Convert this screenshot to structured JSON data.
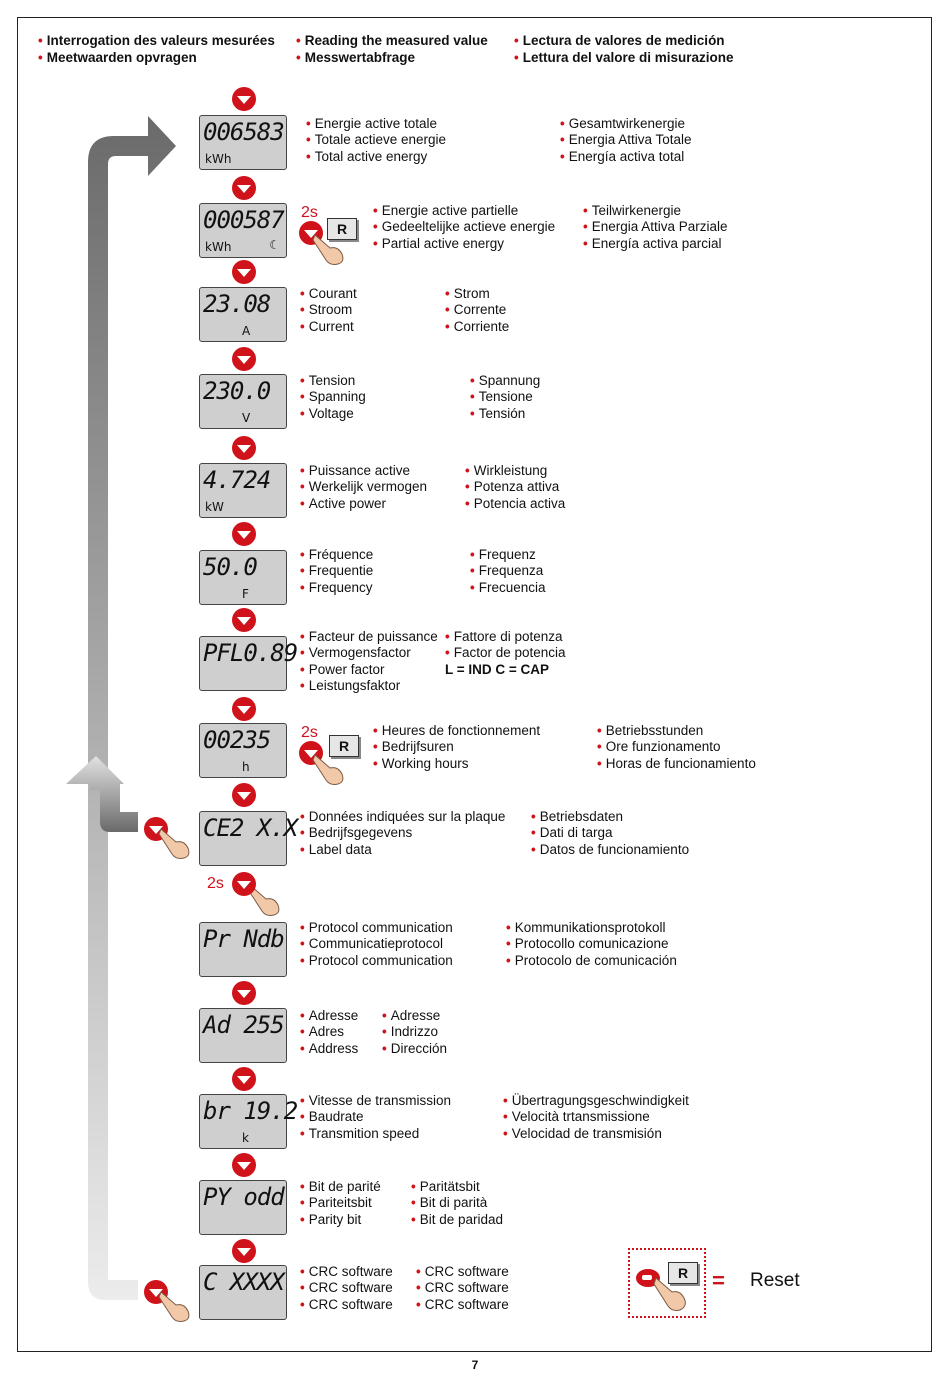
{
  "header": {
    "col1": [
      "Interrogation des valeurs mesurées",
      "Meetwaarden opvragen"
    ],
    "col2": [
      "Reading the measured value",
      "Messwertabfrage"
    ],
    "col3": [
      "Lectura de valores de medición",
      "Lettura del valore di misurazione"
    ]
  },
  "press_label": "2s",
  "r_key": "R",
  "steps": [
    {
      "display": "006583",
      "unit": "kWh",
      "left": [
        "Energie active totale",
        "Totale actieve energie",
        "Total active energy"
      ],
      "right": [
        "Gesamtwirkenergie",
        "Energia Attiva Totale",
        "Energía activa total"
      ]
    },
    {
      "display": "000587",
      "unit": "kWh",
      "moon": "☾",
      "left": [
        "Energie active partielle",
        "Gedeeltelijke actieve energie",
        "Partial active energy"
      ],
      "right": [
        "Teilwirkenergie",
        "Energia Attiva Parziale",
        "Energía activa parcial"
      ]
    },
    {
      "display": "23.08",
      "unit": "A",
      "left": [
        "Courant",
        "Stroom",
        "Current"
      ],
      "right": [
        "Strom",
        "Corrente",
        "Corriente"
      ]
    },
    {
      "display": "230.0",
      "unit": "V",
      "left": [
        "Tension",
        "Spanning",
        "Voltage"
      ],
      "right": [
        "Spannung",
        "Tensione",
        "Tensión"
      ]
    },
    {
      "display": "4.724",
      "unit": "kW",
      "left": [
        "Puissance active",
        "Werkelijk vermogen",
        "Active power"
      ],
      "right": [
        "Wirkleistung",
        "Potenza attiva",
        "Potencia activa"
      ]
    },
    {
      "display": "50.0",
      "unit": "F",
      "left": [
        "Fréquence",
        "Frequentie",
        "Frequency"
      ],
      "right": [
        "Frequenz",
        "Frequenza",
        "Frecuencia"
      ]
    },
    {
      "display": "PFL0.89",
      "unit": "",
      "left": [
        "Facteur de puissance",
        "Vermogensfactor",
        "Power factor",
        "Leistungsfaktor"
      ],
      "right": [
        "Fattore di potenza",
        "Factor de potencia"
      ],
      "note": "L = IND  C = CAP"
    },
    {
      "display": "00235",
      "unit": "h",
      "left": [
        "Heures de fonctionnement",
        "Bedrijfsuren",
        "Working hours"
      ],
      "right": [
        "Betriebsstunden",
        "Ore funzionamento",
        "Horas de funcionamiento"
      ]
    },
    {
      "display": "CE2 X.X",
      "unit": "",
      "left": [
        "Données indiquées sur la plaque",
        "Bedrijfsgegevens",
        "Label data"
      ],
      "right": [
        "Betriebsdaten",
        "Dati di targa",
        "Datos de funcionamiento"
      ]
    },
    {
      "display": "Pr Ndb",
      "unit": "",
      "left": [
        "Protocol communication",
        "Communicatieprotocol",
        "Protocol communication"
      ],
      "right": [
        "Kommunikationsprotokoll",
        "Protocollo comunicazione",
        "Protocolo de comunicación"
      ]
    },
    {
      "display": "Ad 255",
      "unit": "",
      "left": [
        "Adresse",
        "Adres",
        "Address"
      ],
      "right": [
        "Adresse",
        "Indrizzo",
        "Dirección"
      ]
    },
    {
      "display": "br 19.2",
      "unit": "k",
      "left": [
        "Vitesse de transmission",
        "Baudrate",
        "Transmition speed"
      ],
      "right": [
        "Übertragungsgeschwindigkeit",
        "Velocità trtansmissione",
        "Velocidad de transmisión"
      ]
    },
    {
      "display": "PY odd",
      "unit": "",
      "left": [
        "Bit de parité",
        "Pariteitsbit",
        "Parity bit"
      ],
      "right": [
        "Paritätsbit",
        "Bit di parità",
        "Bit de paridad"
      ]
    },
    {
      "display": "C XXXX",
      "unit": "",
      "left": [
        "CRC software",
        "CRC software",
        "CRC software"
      ],
      "right": [
        "CRC software",
        "CRC software",
        "CRC software"
      ]
    }
  ],
  "legend": {
    "equals": "=",
    "label": "Reset"
  },
  "page_number": "7",
  "colors": {
    "accent": "#d0121b",
    "lcd_bg": "#cfcfcf",
    "arrow_dark": "#6a6a6a",
    "arrow_light": "#dedede"
  }
}
